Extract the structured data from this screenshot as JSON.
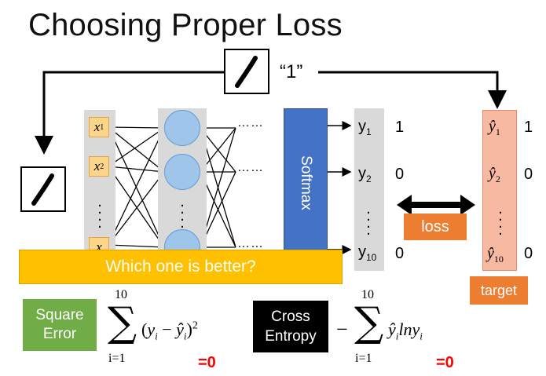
{
  "title": "Choosing Proper Loss",
  "input_label": "“1”",
  "inputs": [
    {
      "label": "x",
      "sub": "1"
    },
    {
      "label": "x",
      "sub": "2"
    },
    {
      "label": "x",
      "sub": ""
    }
  ],
  "softmax_label": "Softmax",
  "outputs": [
    {
      "label": "y",
      "sub": "1",
      "value": "1"
    },
    {
      "label": "y",
      "sub": "2",
      "value": "0"
    },
    {
      "label": "y",
      "sub": "10",
      "value": "0"
    }
  ],
  "targets": [
    {
      "label": "ŷ",
      "sub": "1",
      "value": "1"
    },
    {
      "label": "ŷ",
      "sub": "2",
      "value": "0"
    },
    {
      "label": "ŷ",
      "sub": "10",
      "value": "0"
    }
  ],
  "loss_label": "loss",
  "target_label": "target",
  "banner_text": "Which one is better?",
  "square_error": {
    "line1": "Square",
    "line2": "Error",
    "upper": "10",
    "lower": "i=1",
    "result": "=0"
  },
  "cross_entropy": {
    "line1": "Cross",
    "line2": "Entropy",
    "upper": "10",
    "lower": "i=1",
    "result": "=0"
  },
  "colors": {
    "input": "#fbd58a",
    "neuron": "#9fc5eb",
    "softmax": "#4472c4",
    "target": "#f8b9a2",
    "loss": "#ed7d31",
    "banner": "#ffc000",
    "square_error": "#70ad47",
    "cross_entropy": "#000000",
    "result": "#ff0000"
  }
}
